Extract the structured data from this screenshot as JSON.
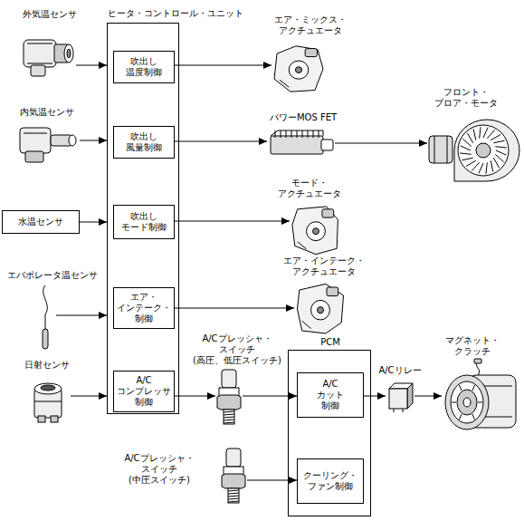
{
  "diagram": {
    "nodes": [
      {
        "text": [
          "外気温センサ"
        ]
      },
      {
        "text": [
          "ヒータ・コントロール・ユニット"
        ]
      },
      {
        "text": [
          "吹出し 温度制御"
        ],
        "in": 1
      },
      {
        "text": [
          "吹出し 風量制御"
        ],
        "in": 1
      },
      {
        "text": [
          "吹出し モード制御"
        ],
        "in": 1
      },
      {
        "text": [
          "エア・ インテーク・ 制御"
        ],
        "in": 1
      },
      {
        "text": [
          "A/C コンプレッサ 制御"
        ],
        "in": 1
      },
      {
        "text": [
          "エア・ミックス・ アクチュエータ"
        ]
      },
      {
        "text": [
          "内気温センサ"
        ]
      },
      {
        "text": [
          "パワーMOS FET"
        ]
      },
      {
        "text": [
          "フロント・ ブロア・モータ"
        ]
      },
      {
        "text": [
          "水温センサ"
        ]
      },
      {
        "text": [
          "モード・ アクチュエータ"
        ]
      },
      {
        "text": [
          "エバポレータ温センサ"
        ]
      },
      {
        "text": [
          "エア・インテーク・ アクチュエータ"
        ]
      },
      {
        "text": [
          "日射センサ"
        ]
      },
      {
        "text": [
          "A/Cプレッシャ・ スイッチ (高圧、低圧スイッチ)"
        ]
      },
      {
        "text": [
          "PCM"
        ]
      },
      {
        "text": [
          "A/C カット 制御"
        ],
        "in": 17
      },
      {
        "text": [
          "A/Cリレー"
        ]
      },
      {
        "text": [
          "マグネット・ クラッチ"
        ]
      },
      {
        "text": [
          "クーリング・ ファン制御"
        ],
        "in": 17
      },
      {
        "text": [
          "A/Cプレッシャ・ スイッチ (中圧スイッチ)"
        ]
      }
    ],
    "edges": [
      {
        "from": 0,
        "to": 1,
        "arrow": "to"
      },
      {
        "from": 8,
        "to": 1,
        "arrow": "to"
      },
      {
        "from": 11,
        "to": 1,
        "arrow": "to"
      },
      {
        "from": 13,
        "to": 1,
        "arrow": "to"
      },
      {
        "from": 15,
        "to": 1,
        "arrow": "to"
      },
      {
        "from": 2,
        "to": 7,
        "arrow": "to"
      },
      {
        "from": 3,
        "to": 9,
        "arrow": "to"
      },
      {
        "from": 9,
        "to": 10,
        "arrow": "to"
      },
      {
        "from": 4,
        "to": 12,
        "arrow": "to"
      },
      {
        "from": 5,
        "to": 14,
        "arrow": "to"
      },
      {
        "from": 6,
        "to": 16,
        "arrow": "to"
      },
      {
        "from": 16,
        "to": 18,
        "arrow": "to"
      },
      {
        "from": 18,
        "to": 19,
        "arrow": "to"
      },
      {
        "from": 19,
        "to": 20,
        "arrow": "to"
      },
      {
        "from": 22,
        "to": 21,
        "arrow": "to"
      }
    ]
  }
}
